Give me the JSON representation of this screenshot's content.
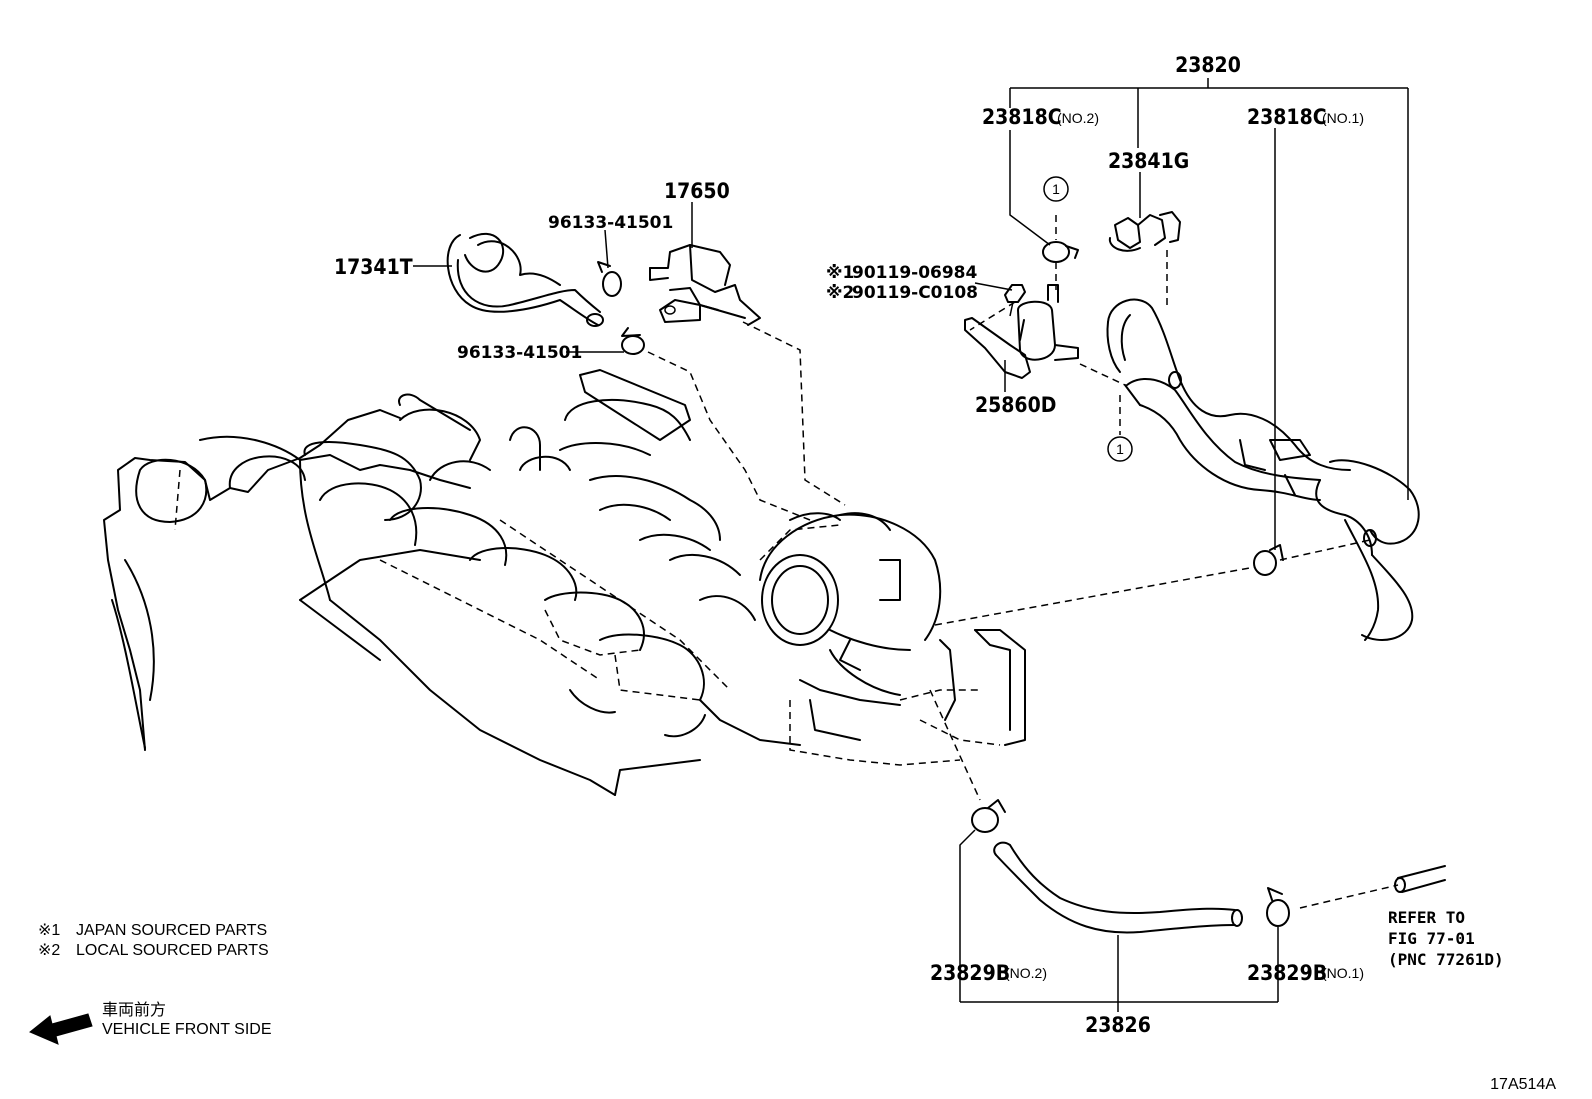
{
  "labels": {
    "p23820": "23820",
    "p23818c_no2": "23818C",
    "p23818c_no2_suffix": "(NO.2)",
    "p23818c_no1": "23818C",
    "p23818c_no1_suffix": "(NO.1)",
    "p23841g": "23841G",
    "p17650": "17650",
    "p96133_top": "96133-41501",
    "p96133_bot": "96133-41501",
    "p17341t": "17341T",
    "p90119_06984": "90119-06984",
    "p90119_c0108": "90119-C0108",
    "p25860d": "25860D",
    "p23829b_no2": "23829B",
    "p23829b_no2_suffix": "(NO.2)",
    "p23829b_no1": "23829B",
    "p23829b_no1_suffix": "(NO.1)",
    "p23826": "23826",
    "mark1": "※1",
    "mark2": "※2",
    "circle_ref": "1"
  },
  "refer": {
    "line1": "REFER TO",
    "line2": "FIG 77-01",
    "line3": "(PNC 77261D)"
  },
  "notes": {
    "note1_mark": "※1",
    "note1_text": "JAPAN SOURCED PARTS",
    "note2_mark": "※2",
    "note2_text": "LOCAL SOURCED PARTS"
  },
  "front": {
    "jp": "車両前方",
    "en": "VEHICLE FRONT SIDE"
  },
  "figure_id": "17A514A"
}
